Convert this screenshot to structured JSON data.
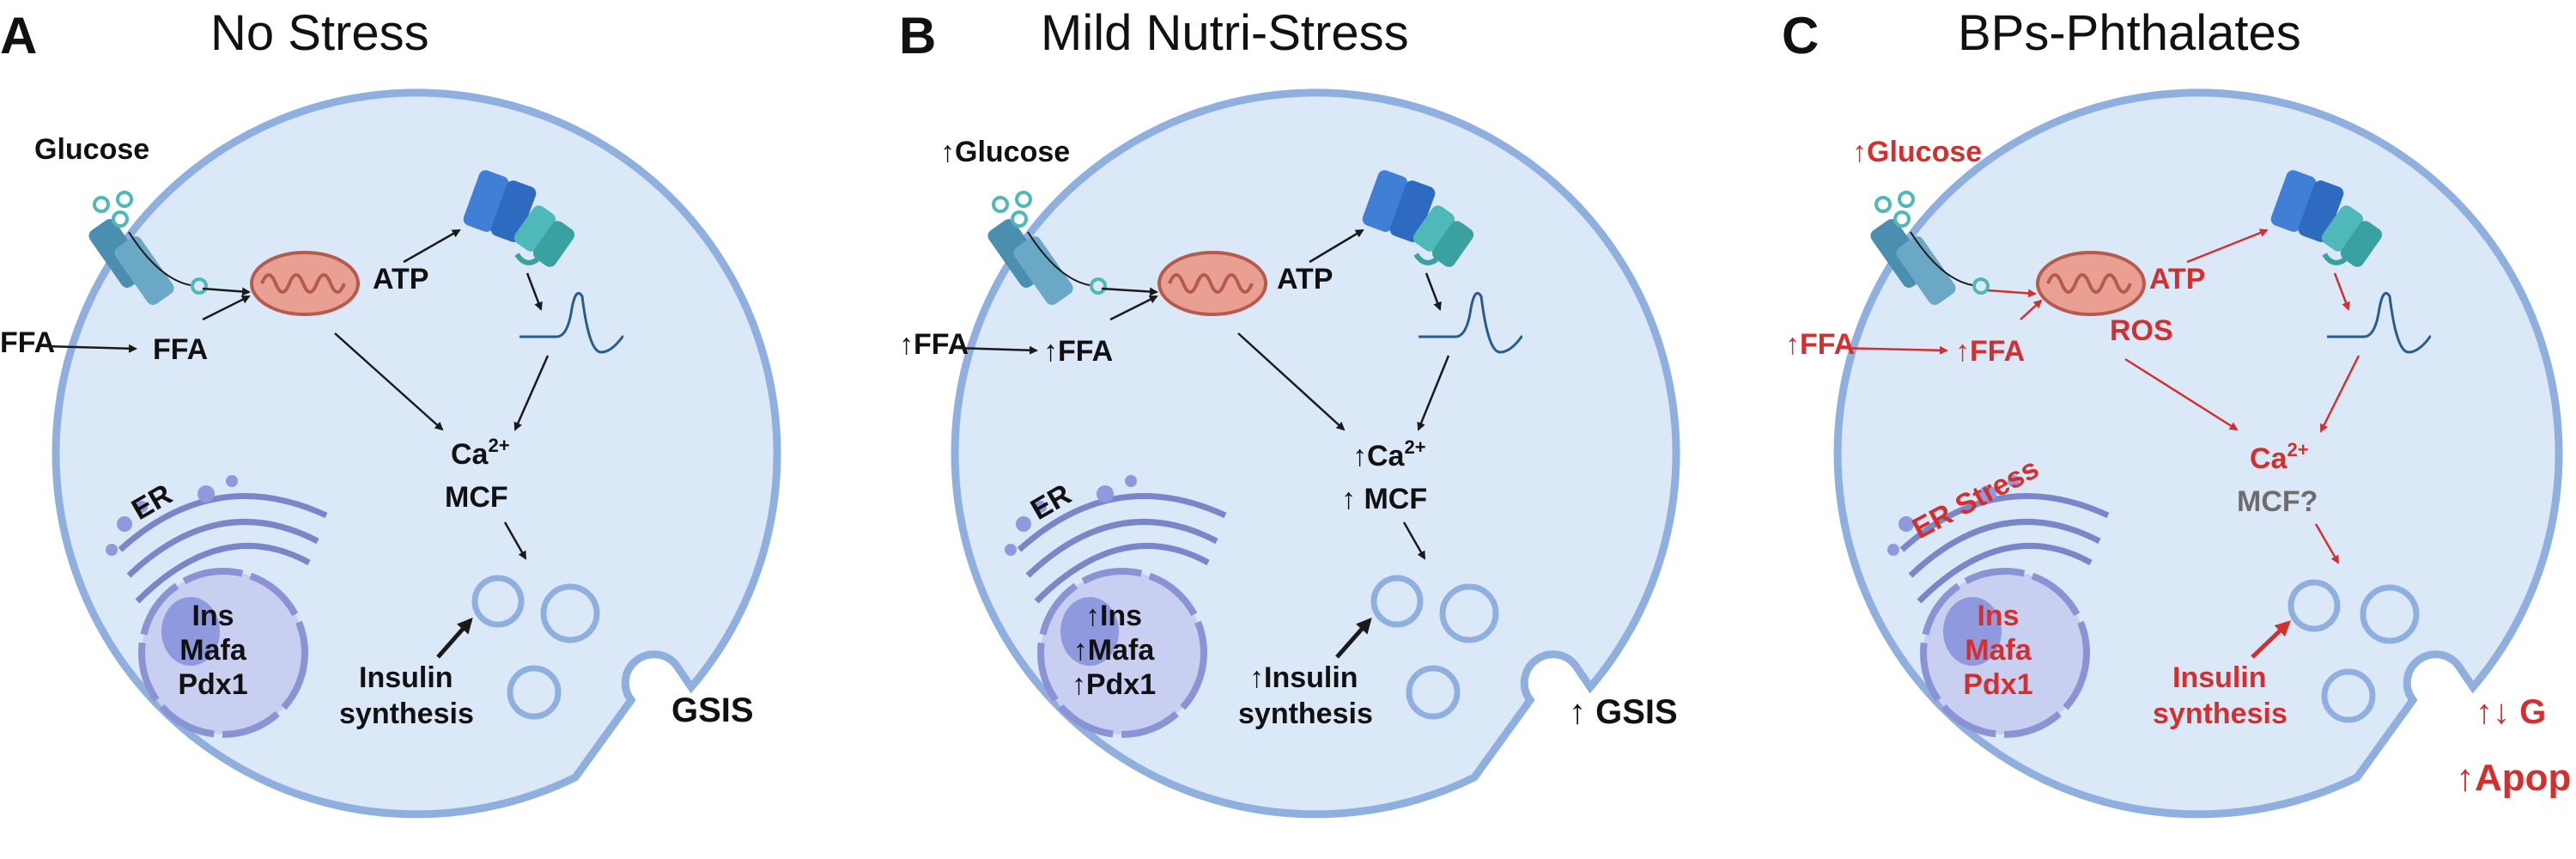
{
  "panels": [
    {
      "letter": "A",
      "title": "No Stress",
      "glucose": "Glucose",
      "ffa_out": "FFA",
      "ffa_in": "FFA",
      "atp": "ATP",
      "ros": "",
      "ca": "Ca",
      "ca_sup": "2+",
      "mcf": "MCF",
      "er": "ER",
      "genes": [
        "Ins",
        "Mafa",
        "Pdx1"
      ],
      "insulin_1": "Insulin",
      "insulin_2": "synthesis",
      "gsis": "GSIS",
      "apop": ""
    },
    {
      "letter": "B",
      "title": "Mild Nutri-Stress",
      "glucose": "↑Glucose",
      "ffa_out": "↑FFA",
      "ffa_in": "↑FFA",
      "atp": "ATP",
      "ros": "",
      "ca": "↑Ca",
      "ca_sup": "2+",
      "mcf": "↑ MCF",
      "er": "ER",
      "genes": [
        "↑Ins",
        "↑Mafa",
        "↑Pdx1"
      ],
      "insulin_1": "↑Insulin",
      "insulin_2": "synthesis",
      "gsis": "↑ GSIS",
      "apop": ""
    },
    {
      "letter": "C",
      "title": "BPs-Phthalates",
      "glucose": "↑Glucose",
      "ffa_out": "↑FFA",
      "ffa_in": "↑FFA",
      "atp": "ATP",
      "ros": "ROS",
      "ca": "Ca",
      "ca_sup": "2+",
      "mcf": "MCF?",
      "er": "ER Stress",
      "genes": [
        "Ins",
        "Mafa",
        "Pdx1"
      ],
      "insulin_1": "Insulin",
      "insulin_2": "synthesis",
      "gsis": "↑↓ G",
      "apop": "↑Apop"
    }
  ],
  "colors": {
    "cell_fill": "#dbe8f8",
    "cell_stroke": "#8fb0de",
    "nucleus_fill": "#c9cff0",
    "nucleus_stroke": "#8a93d4",
    "nucleolus": "#8f99dd",
    "er": "#7a86c8",
    "mito_fill": "#e9a093",
    "mito_stroke": "#b55a4e",
    "transporter": "#4a8fb0",
    "channel_blue": "#3f7fd6",
    "channel_teal": "#4fb8b8",
    "vesicle_stroke": "#8fb0de",
    "black": "#1a1a1a",
    "red": "#d32f2f",
    "grey": "#6d6d6d"
  }
}
